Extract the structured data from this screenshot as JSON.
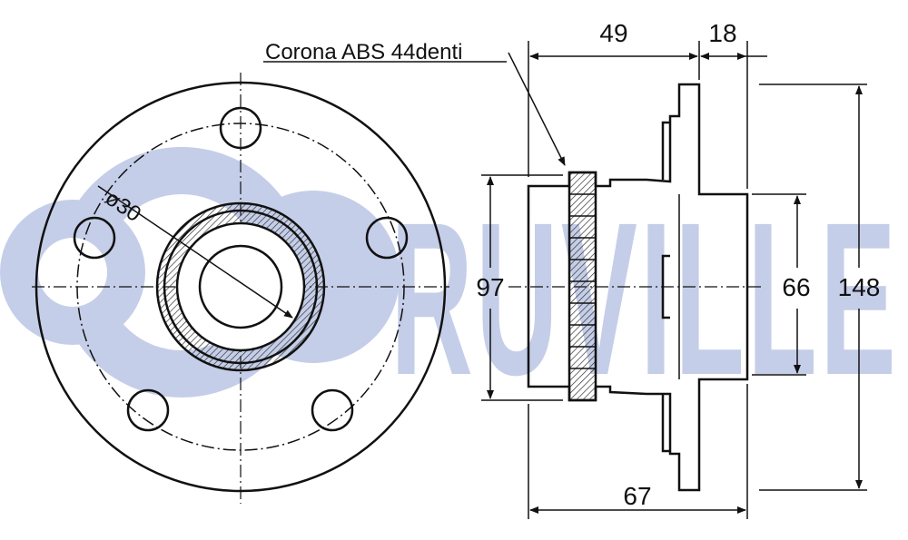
{
  "brand": {
    "logo_text": "RUVILLE",
    "logo_color": "#c5cee8"
  },
  "annotation": {
    "abs_ring": "Corona ABS 44denti",
    "bore_diameter": "ø30"
  },
  "dimensions": {
    "flange_offset": "49",
    "flange_thickness": "18",
    "abs_ring_diameter": "97",
    "hub_pilot_diameter": "66",
    "flange_diameter": "148",
    "overall_length": "67"
  },
  "colors": {
    "line": "#111111",
    "hatch": "#555555",
    "background": "#ffffff"
  }
}
